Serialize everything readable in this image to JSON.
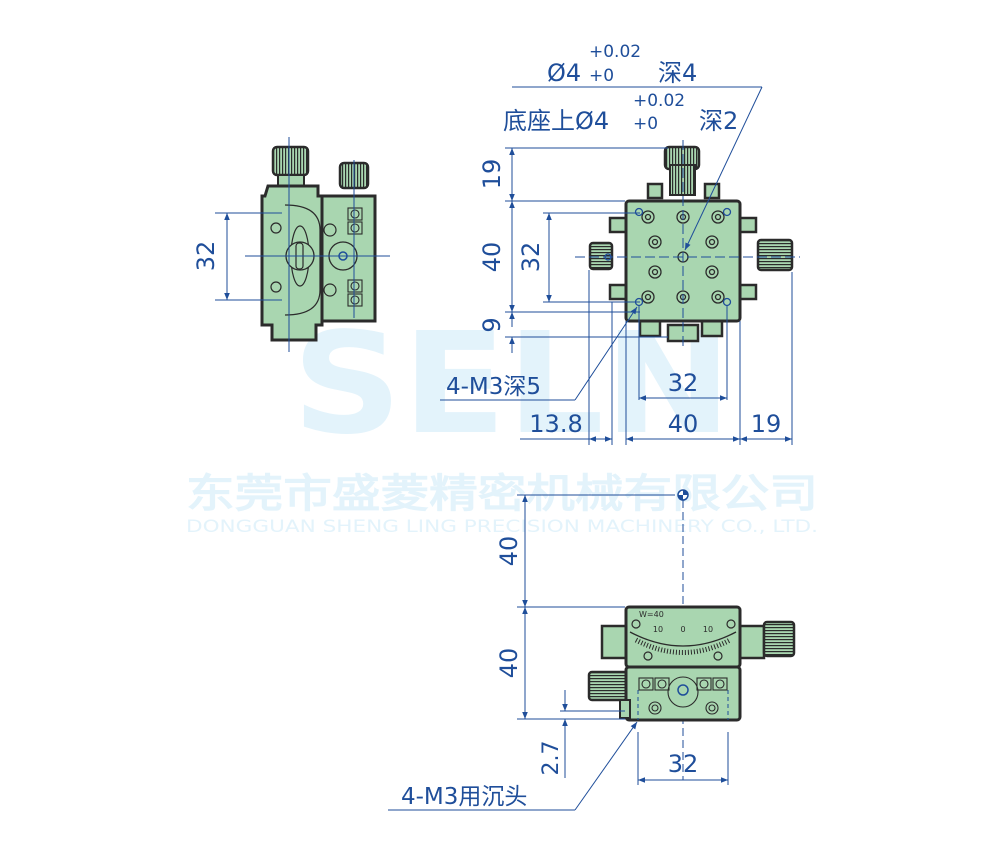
{
  "colors": {
    "dimension_line": "#1f4e9a",
    "part_fill": "#a9d6b0",
    "part_outline": "#2b2b2b",
    "watermark": "#e3f3fb",
    "background": "#ffffff"
  },
  "watermark": {
    "logo": "SELN",
    "company_cn": "东莞市盛菱精密机械有限公司",
    "company_en": "DONGGUAN SHENG LING PRECISION MACHINERY CO., LTD."
  },
  "annotations": {
    "hole_spec_1": {
      "prefix": "Ø4",
      "tol_upper": "+0.02",
      "tol_lower": "+0",
      "suffix": "深4"
    },
    "hole_spec_2": {
      "prefix": "底座上Ø4",
      "tol_upper": "+0.02",
      "tol_lower": "+0",
      "suffix": "深2"
    },
    "tapped_holes": "4-M3深5",
    "counterbore": "4-M3用沉头",
    "scale_label": "W=40",
    "scale_ticks": [
      "10",
      "0",
      "10"
    ]
  },
  "side_view_left": {
    "dim_height": "32"
  },
  "top_view": {
    "dim_top_knob": "19",
    "dim_body": "40",
    "dim_hole_pitch_v": "32",
    "dim_bottom": "9",
    "dim_offset": "13.8",
    "dim_hole_pitch_h": "32",
    "dim_width": "40",
    "dim_right_knob": "19"
  },
  "front_view": {
    "dim_rotation_center": "40",
    "dim_height": "40",
    "dim_counterbore_depth": "2.7",
    "dim_hole_pitch": "32"
  }
}
